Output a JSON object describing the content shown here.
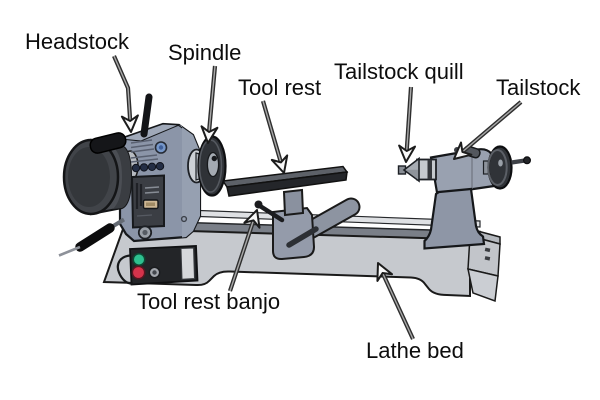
{
  "diagram": {
    "labels": [
      {
        "id": "headstock",
        "text": "Headstock"
      },
      {
        "id": "spindle",
        "text": "Spindle"
      },
      {
        "id": "tool-rest",
        "text": "Tool rest"
      },
      {
        "id": "tailstock-quill",
        "text": "Tailstock quill"
      },
      {
        "id": "tailstock",
        "text": "Tailstock"
      },
      {
        "id": "tool-rest-banjo",
        "text": "Tool rest banjo"
      },
      {
        "id": "lathe-bed",
        "text": "Lathe bed"
      }
    ],
    "colors": {
      "background": "#ffffff",
      "outline": "#1a1a1a",
      "bed_gray": "#c6c9ce",
      "rail_band_gray": "#7a7f88",
      "machine_blue_gray": "#8b95a8",
      "tailstock_gray": "#99a1b0",
      "dark_metal": "#303338",
      "green_button": "#2ec08f",
      "red_button": "#d5334b",
      "blue_badge": "#7697c8",
      "tan_button": "#cdb693"
    }
  }
}
